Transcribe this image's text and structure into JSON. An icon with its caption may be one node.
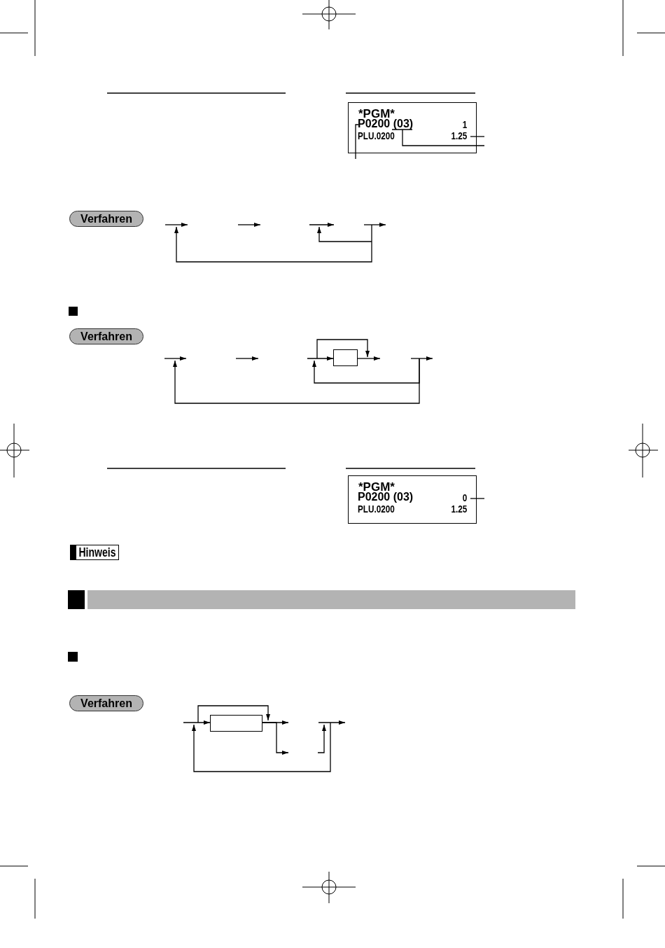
{
  "diagram": {
    "nodes": [
      {
        "text": [
          "*PGM*",
          "P0200 (03)",
          "1",
          "PLU.0200",
          "1.25"
        ]
      },
      {
        "text": [
          "Verfahren"
        ]
      },
      {
        "text": [
          "Verfahren"
        ]
      },
      {
        "text": [],
        "shape": "box"
      },
      {
        "text": [
          "*PGM*",
          "P0200 (03)",
          "0",
          "PLU.0200",
          "1.25"
        ]
      },
      {
        "text": [
          "Hinweis"
        ]
      },
      {
        "text": [],
        "shape": "bar"
      },
      {
        "text": [
          "Verfahren"
        ]
      },
      {
        "text": [],
        "shape": "box"
      }
    ],
    "edges": [
      {
        "from": null,
        "to": 0,
        "arrow": "none"
      },
      {
        "from": null,
        "to": 0,
        "arrow": "none"
      },
      {
        "from": null,
        "to": 0,
        "arrow": "none"
      },
      {
        "from": null,
        "to": 3,
        "arrow": "to"
      },
      {
        "from": 3,
        "to": null,
        "arrow": "to"
      },
      {
        "from": null,
        "to": 4,
        "arrow": "none"
      },
      {
        "from": null,
        "to": 8,
        "arrow": "to"
      },
      {
        "from": 8,
        "to": null,
        "arrow": "to"
      },
      {
        "from": 8,
        "to": null,
        "arrow": "to"
      }
    ]
  }
}
